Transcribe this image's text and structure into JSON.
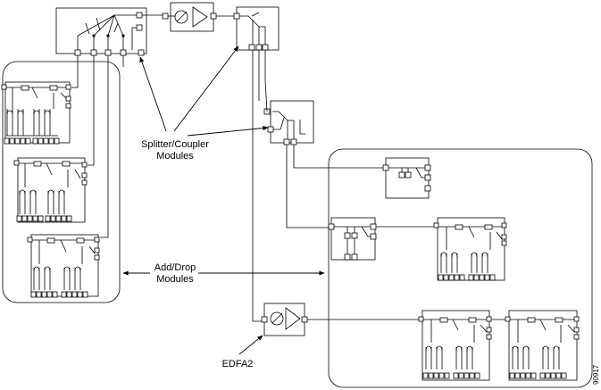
{
  "labels": {
    "splitter_line1": "Splitter/Coupler",
    "splitter_line2": "Modules",
    "adddrop_line1": "Add/Drop",
    "adddrop_line2": "Modules",
    "edfa": "EDFA2",
    "figure_number": "90917"
  },
  "colors": {
    "line": "#000000",
    "background": "#ffffff"
  }
}
